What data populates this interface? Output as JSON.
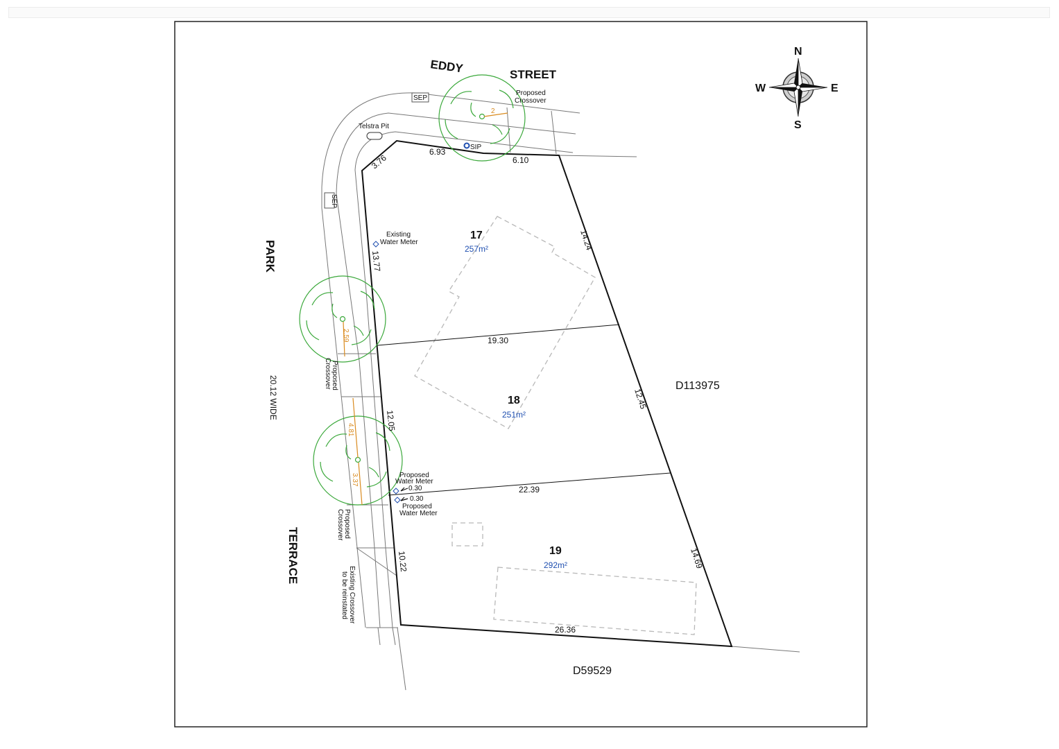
{
  "streets": {
    "eddy": "EDDY",
    "street": "STREET",
    "park": "PARK",
    "terrace": "TERRACE",
    "road_width": "20.12 WIDE"
  },
  "compass": {
    "north": "N",
    "south": "S",
    "east": "E",
    "west": "W"
  },
  "lots": [
    {
      "number": "17",
      "area": "257m²"
    },
    {
      "number": "18",
      "area": "251m²"
    },
    {
      "number": "19",
      "area": "292m²"
    }
  ],
  "dimensions": {
    "d376": "3.76",
    "d693": "6.93",
    "d610": "6.10",
    "d1424": "14.24",
    "d1377": "13.77",
    "d1930": "19.30",
    "d1245": "12.45",
    "d1205": "12.05",
    "d2239": "22.39",
    "d1022": "10.22",
    "d1469": "14.69",
    "d2636": "26.36",
    "d030a": "0.30",
    "d030b": "0.30"
  },
  "tree_offsets": {
    "t1": "2",
    "t2": "2.59",
    "t3": "4.81",
    "t4": "3.37"
  },
  "adjoining": {
    "east": "D113975",
    "south": "D59529"
  },
  "annotations": {
    "sep_top": "SEP",
    "sep_left": "SEP",
    "telstra_pit": "Telstra Pit",
    "sip": "SIP",
    "proposed_crossover_top_1": "Proposed",
    "proposed_crossover_top_2": "Crossover",
    "existing_water_meter_1": "Existing",
    "existing_water_meter_2": "Water Meter",
    "proposed_crossover_mid_1": "Proposed",
    "proposed_crossover_mid_2": "Crossover",
    "proposed_crossover_low_1": "Proposed",
    "proposed_crossover_low_2": "Crossover",
    "proposed_water_meter_a_1": "Proposed",
    "proposed_water_meter_a_2": "Water Meter",
    "proposed_water_meter_b_1": "Proposed",
    "proposed_water_meter_b_2": "Water Meter",
    "existing_crossover_1": "Existing Crossover",
    "existing_crossover_2": "to be reinstated"
  },
  "colors": {
    "boundary": "#111111",
    "tree": "#3aa83a",
    "tree_offset": "#d98a1e",
    "area_text": "#1f4fb0",
    "building": "#b8b8b8"
  }
}
